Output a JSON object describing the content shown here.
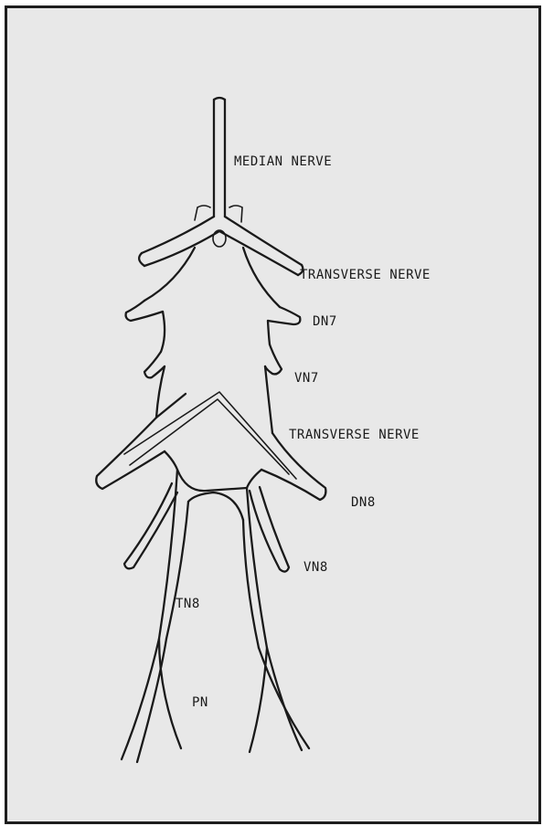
{
  "diagram": {
    "labels": {
      "median_nerve": "MEDIAN NERVE",
      "transverse_nerve_upper": "TRANSVERSE NERVE",
      "dn7": "DN7",
      "vn7": "VN7",
      "transverse_nerve_lower": "TRANSVERSE NERVE",
      "dn8": "DN8",
      "vn8": "VN8",
      "tn8": "TN8",
      "pn": "PN"
    },
    "colors": {
      "background": "#e8e8e8",
      "ink": "#1a1a1a",
      "border": "#1e1e1e"
    }
  }
}
